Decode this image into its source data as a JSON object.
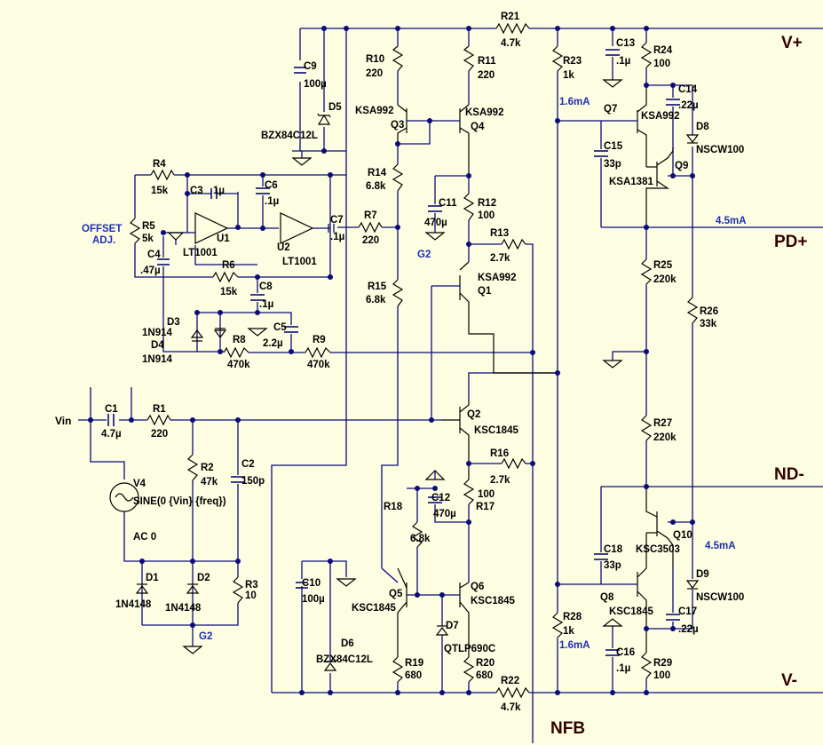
{
  "nets": {
    "vp": "V+",
    "pdp": "PD+",
    "ndm": "ND-",
    "vm": "V-",
    "nfb": "NFB",
    "vin": "Vin",
    "g2a": "G2",
    "g2b": "G2",
    "offset1": "OFFSET",
    "offset2": "ADJ."
  },
  "currents": {
    "i1": "1.6mA",
    "i2": "4.5mA",
    "i3": "4.5mA",
    "i4": "1.6mA"
  },
  "parts": {
    "R21": {
      "n": "R21",
      "v": "4.7k"
    },
    "R22": {
      "n": "R22",
      "v": "4.7k"
    },
    "R10": {
      "n": "R10",
      "v": "220"
    },
    "R11": {
      "n": "R11",
      "v": "220"
    },
    "R23": {
      "n": "R23",
      "v": "1k"
    },
    "R24": {
      "n": "R24",
      "v": "100"
    },
    "C13": {
      "n": "C13",
      "v": ".1µ"
    },
    "C9": {
      "n": "C9",
      "v": "100µ"
    },
    "D5": {
      "n": "D5",
      "v": "BZX84C12L"
    },
    "Q3": {
      "n": "Q3",
      "v": "KSA992"
    },
    "Q4": {
      "n": "Q4",
      "v": "KSA992"
    },
    "R14": {
      "n": "R14",
      "v": "6.8k"
    },
    "C11": {
      "n": "C11",
      "v": "470µ"
    },
    "R12": {
      "n": "R12",
      "v": "100"
    },
    "R13": {
      "n": "R13",
      "v": "2.7k"
    },
    "Q1": {
      "n": "Q1",
      "v": "KSA992"
    },
    "R15": {
      "n": "R15",
      "v": "6.8k"
    },
    "Q7": {
      "n": "Q7",
      "v": "KSA992"
    },
    "C14": {
      "n": "C14",
      "v": ".22µ"
    },
    "D8": {
      "n": "D8",
      "v": "NSCW100"
    },
    "C15": {
      "n": "C15",
      "v": "33p"
    },
    "Q9": {
      "n": "Q9",
      "v": "KSA1381"
    },
    "R25": {
      "n": "R25",
      "v": "220k"
    },
    "R26": {
      "n": "R26",
      "v": "33k"
    },
    "R27": {
      "n": "R27",
      "v": "220k"
    },
    "R4": {
      "n": "R4",
      "v": "15k"
    },
    "C3": {
      "n": "C3",
      "v": "1µ"
    },
    "C6": {
      "n": "C6",
      "v": ".1µ"
    },
    "R5": {
      "n": "R5",
      "v": "5k"
    },
    "U1": {
      "n": "U1",
      "v": "LT1001"
    },
    "U2": {
      "n": "U2",
      "v": "LT1001"
    },
    "C7": {
      "n": "C7",
      "v": ".1µ"
    },
    "R7": {
      "n": "R7",
      "v": "220"
    },
    "C4": {
      "n": "C4",
      "v": ".47µ"
    },
    "R6": {
      "n": "R6",
      "v": "15k"
    },
    "C8": {
      "n": "C8",
      "v": ".1µ"
    },
    "C5": {
      "n": "C5",
      "v": "2.2µ"
    },
    "D3": {
      "n": "D3",
      "v": "1N914"
    },
    "D4": {
      "n": "D4",
      "v": "1N914"
    },
    "R8": {
      "n": "R8",
      "v": "470k"
    },
    "R9": {
      "n": "R9",
      "v": "470k"
    },
    "C1": {
      "n": "C1",
      "v": "4.7µ"
    },
    "R1": {
      "n": "R1",
      "v": "220"
    },
    "R2": {
      "n": "R2",
      "v": "47k"
    },
    "C2": {
      "n": "C2",
      "v": "150p"
    },
    "V4": {
      "n": "V4",
      "v": "SINE(0 {Vin} {freq})",
      "v2": "AC 0"
    },
    "R3": {
      "n": "R3",
      "v": "10"
    },
    "D1": {
      "n": "D1",
      "v": "1N4148"
    },
    "D2": {
      "n": "D2",
      "v": "1N4148"
    },
    "Q2": {
      "n": "Q2",
      "v": "KSC1845"
    },
    "R16": {
      "n": "R16",
      "v": "2.7k"
    },
    "R17": {
      "n": "R17",
      "v": "100"
    },
    "C12": {
      "n": "C12",
      "v": "470µ"
    },
    "R18": {
      "n": "R18",
      "v": "6.8k"
    },
    "Q5": {
      "n": "Q5",
      "v": "KSC1845"
    },
    "Q6": {
      "n": "Q6",
      "v": "KSC1845"
    },
    "D7": {
      "n": "D7",
      "v": "QTLP690C"
    },
    "C10": {
      "n": "C10",
      "v": "100µ"
    },
    "D6": {
      "n": "D6",
      "v": "BZX84C12L"
    },
    "R19": {
      "n": "R19",
      "v": "680"
    },
    "R20": {
      "n": "R20",
      "v": "680"
    },
    "Q10": {
      "n": "Q10",
      "v": "KSC3503"
    },
    "C18": {
      "n": "C18",
      "v": "33p"
    },
    "Q8": {
      "n": "Q8",
      "v": "KSC1845"
    },
    "D9": {
      "n": "D9",
      "v": "NSCW100"
    },
    "C17": {
      "n": "C17",
      "v": ".22µ"
    },
    "R28": {
      "n": "R28",
      "v": "1k"
    },
    "C16": {
      "n": "C16",
      "v": ".1µ"
    },
    "R29": {
      "n": "R29",
      "v": "100"
    }
  },
  "colors": {
    "background": "#fdfde2",
    "wire": "#0b0b7a",
    "annotation": "#1f2fb3",
    "rail_label": "#330000"
  }
}
